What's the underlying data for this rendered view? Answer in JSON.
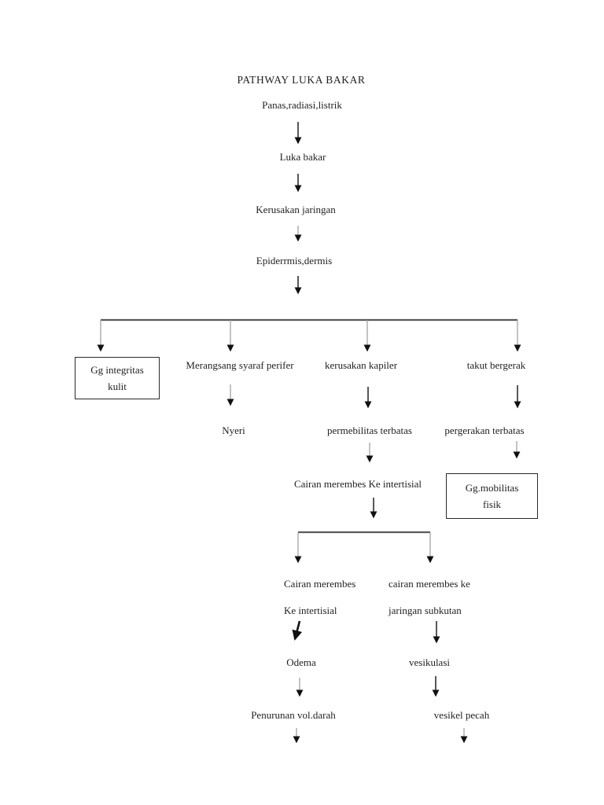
{
  "diagram": {
    "title": "PATHWAY LUKA BAKAR",
    "nodes": {
      "trigger": "Panas,radiasi,listrik",
      "luka_bakar": "Luka bakar",
      "kerusakan_jaringan": "Kerusakan jaringan",
      "epidermis_dermis": "Epiderrmis,dermis",
      "gg_integritas_kulit": "Gg integritas\nkulit",
      "merangsang_syaraf_perifer": "Merangsang syaraf perifer",
      "kerusakan_kapiler": "kerusakan kapiler",
      "takut_bergerak": "takut bergerak",
      "nyeri": "Nyeri",
      "permebilitas_terbatas": "permebilitas terbatas",
      "pergerakan_terbatas": "pergerakan terbatas",
      "cairan_merembes_ke_intertisial": "Cairan merembes Ke intertisial",
      "gg_mobilitas_fisik": "Gg.mobilitas\nfisik",
      "cairan_merembes_intertisial": "Cairan merembes\nKe intertisial",
      "cairan_merembes_subkutan": "cairan merembes ke\njaringan subkutan",
      "odema": "Odema",
      "vesikulasi": "vesikulasi",
      "penurunan_vol_darah": "Penurunan vol.darah",
      "vesikel_pecah": "vesikel pecah"
    },
    "colors": {
      "background": "#ffffff",
      "text": "#1f1f1f",
      "connector_line": "#5a5a5a",
      "arrowhead": "#111111"
    }
  }
}
